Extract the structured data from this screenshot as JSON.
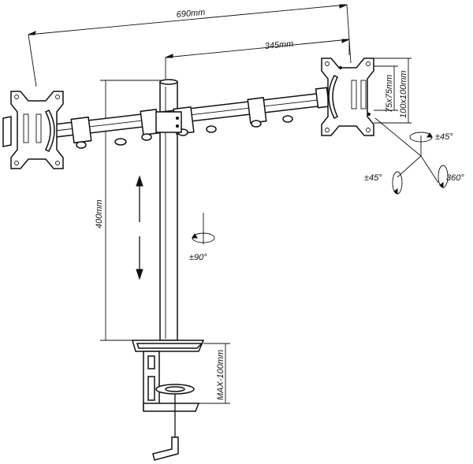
{
  "dimensions": {
    "total_width": "690mm",
    "arm_width": "345mm",
    "pole_height": "400mm",
    "vesa_small": "75x75mm",
    "vesa_large": "100x100mm",
    "clamp_max": "MAX-100mm"
  },
  "rotations": {
    "pole": "±90°",
    "tilt": "±45°",
    "swivel": "±45°",
    "rotate": "360°"
  },
  "colors": {
    "line": "#111111",
    "background": "#ffffff"
  }
}
